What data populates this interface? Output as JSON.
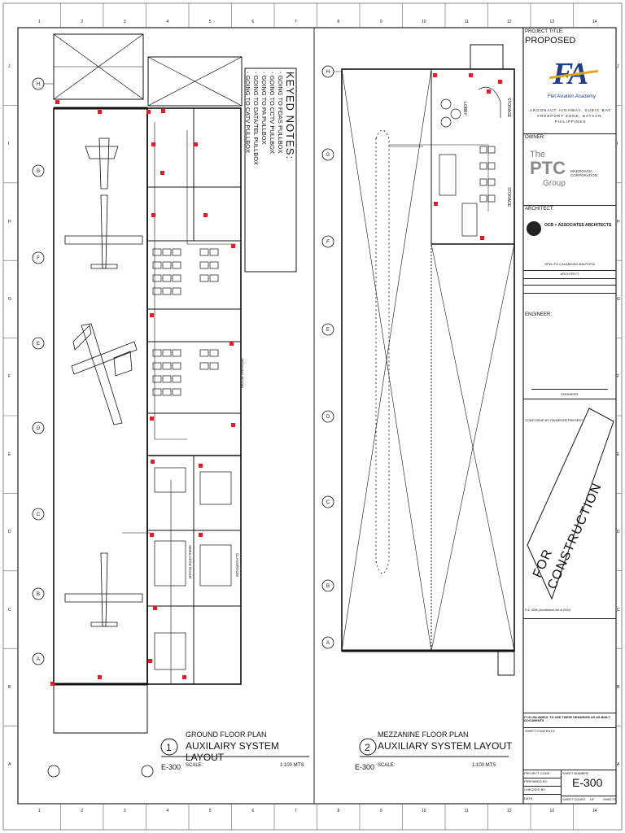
{
  "grid_top": [
    "1",
    "2",
    "3",
    "4",
    "5",
    "6",
    "7",
    "8",
    "9",
    "10",
    "11",
    "12",
    "13",
    "14"
  ],
  "grid_side": [
    "J",
    "I",
    "H",
    "G",
    "F",
    "E",
    "D",
    "C",
    "B",
    "A"
  ],
  "plan1": {
    "number": "1",
    "title_top": "GROUND FLOOR PLAN",
    "title": "AUXILAIRY SYSTEM LAYOUT",
    "sheet": "E-300",
    "scale_label": "SCALE:",
    "scale": "1:100 MTS"
  },
  "plan2": {
    "number": "2",
    "title_top": "MEZZANINE FLOOR PLAN",
    "title": "AUXILIARY SYSTEM LAYOUT",
    "sheet": "E-300",
    "scale_label": "SCALE:",
    "scale": "1:100 MTS"
  },
  "keyed_notes": {
    "title": "KEYED NOTES:",
    "items": [
      "- GOING TO FDAS PULLBOX",
      "- GOING TO CCTV PULLBOX",
      "- GOING TO PA PULLBOX",
      "- GOING TO DATA/TEL PULLBOX",
      "- GOING TO CATV PULLBOX"
    ]
  },
  "title_block": {
    "project_title_label": "PROJECT TITLE:",
    "proposed": "PROPOSED",
    "logo_text": "FA",
    "academy": "Flet Aviation Academy",
    "address": "ARGONAUT HIGHWAY, SUBIC BAY FREEPORT ZONE, BATAAN, PHILIPPINES",
    "owner_label": "OWNER:",
    "owner_the": "The",
    "owner_ptc": "PTC",
    "owner_group": "Group",
    "owner_macro": "MACROASIA CORPORATION",
    "architect_label": "ARCHITECT:",
    "arch_firm": "OCB + ASSOCIATES ARCHITECTS",
    "architect_name": "OFELITO CALANDING BAUTISTA",
    "architect_role": "ARCHITECT",
    "engineer_label": "ENGINEER:",
    "engineer_role": "ENGINEER",
    "conforme_label": "CONFORME BY OWNER/REPRESENTATIVE:",
    "stamp_line1": "FOR",
    "stamp_line2": "CONSTRUCTION",
    "ra_text": "R.A. 9266 (Architecture Act of 2004)",
    "warning": "IT IS UNLAWFUL TO USE THESE DRAWINGS AS AS-BUILT DOCUMENTS",
    "sheet_contents_label": "SHEET CONTENTS:",
    "project_code_label": "PROJECT CODE:",
    "sheet_number_label": "SHEET NUMBER:",
    "prepared_by_label": "PREPARED BY:",
    "checked_by_label": "CHECKED BY:",
    "date_label": "DATE:",
    "sheet_count_label": "SHEET COUNT",
    "of_label": "OF",
    "sheets_label": "SHEETS",
    "sheet_number": "E-300"
  },
  "rooms": {
    "storage": "STORAGE",
    "lobby": "LOBBY",
    "training": "TRAINING ROOM",
    "simulator": "SIMULATOR ROOM",
    "classroom": "CLASSROOM"
  }
}
